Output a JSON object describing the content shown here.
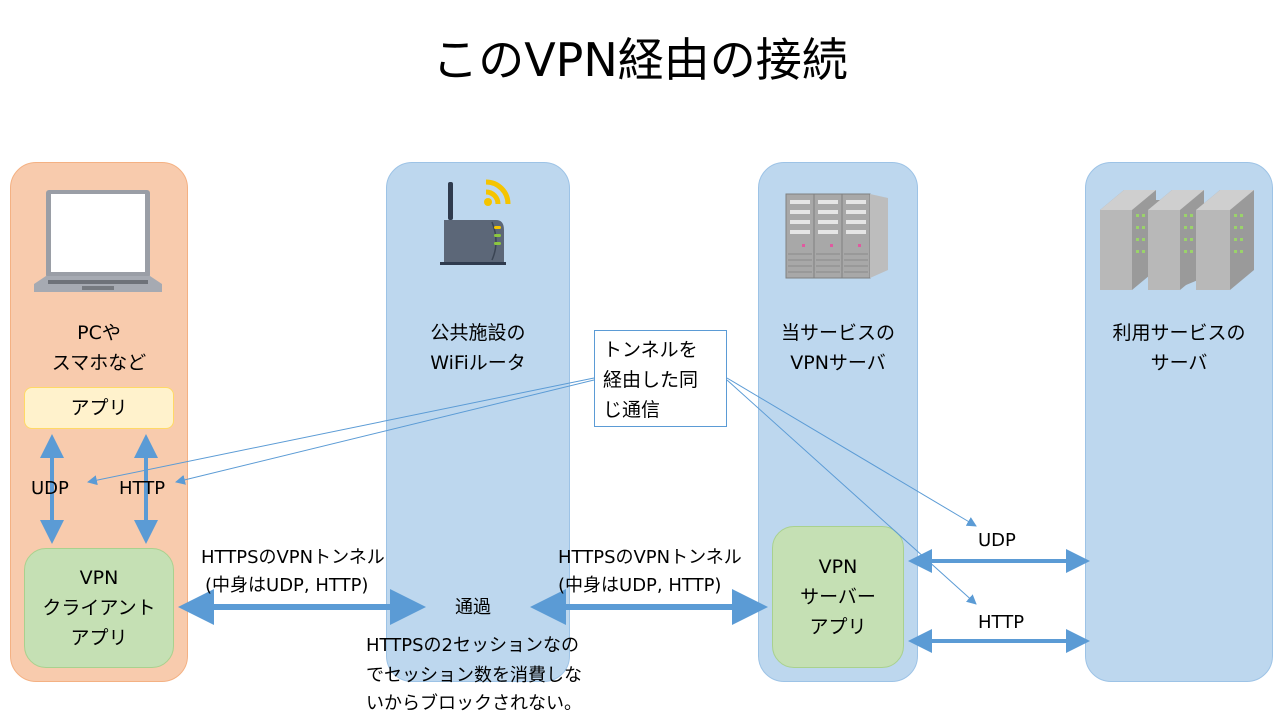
{
  "title": "このVPN経由の接続",
  "columns": {
    "pc": {
      "icon": "laptop-icon",
      "label_line1": "PCや",
      "label_line2": "スマホなど",
      "app_label": "アプリ",
      "client_line1": "VPN",
      "client_line2": "クライアント",
      "client_line3": "アプリ",
      "udp": "UDP",
      "http": "HTTP"
    },
    "wifi": {
      "icon": "wifi-router-icon",
      "label_line1": "公共施設の",
      "label_line2": "WiFiルータ",
      "pass": "通過"
    },
    "vpn_server": {
      "icon": "server-rack-icon",
      "label_line1": "当サービスの",
      "label_line2": "VPNサーバ",
      "app_line1": "VPN",
      "app_line2": "サーバー",
      "app_line3": "アプリ"
    },
    "service_server": {
      "icon": "servers-icon",
      "label_line1": "利用サービスの",
      "label_line2": "サーバ"
    }
  },
  "callout": {
    "line1": "トンネルを",
    "line2": "経由した同",
    "line3": "じ通信"
  },
  "tunnels": {
    "left_line1": "HTTPSのVPNトンネル",
    "left_line2": "(中身はUDP, HTTP)",
    "right_line1": "HTTPSのVPNトンネル",
    "right_line2": "(中身はUDP, HTTP)"
  },
  "links": {
    "udp": "UDP",
    "http": "HTTP"
  },
  "note": {
    "line1": "HTTPSの2セッションなの",
    "line2": "でセッション数を消費しな",
    "line3": "いからブロックされない。"
  },
  "colors": {
    "pc_bg": "#f8cbad",
    "blue_bg": "#bdd7ee",
    "app_bg": "#fff2cc",
    "green_bg": "#c5e0b4",
    "arrow": "#5b9bd5"
  }
}
